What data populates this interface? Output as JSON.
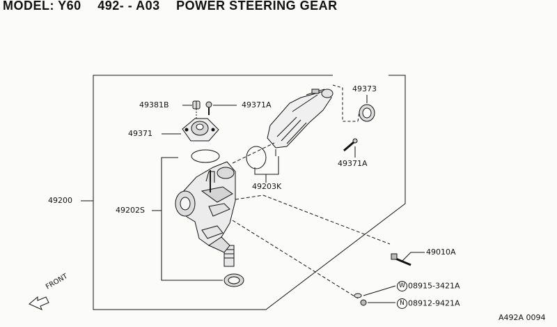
{
  "header": {
    "model": "MODEL: Y60",
    "code": "492- - A03",
    "name": "POWER STEERING GEAR"
  },
  "parts": {
    "p49381B": "49381B",
    "p49371A_top": "49371A",
    "p49371": "49371",
    "p49373": "49373",
    "p49371A_right": "49371A",
    "p49203K": "49203K",
    "p49200": "49200",
    "p49202S": "49202S",
    "p49010A": "49010A",
    "w_mark": "W",
    "w_part": "08915-3421A",
    "n_mark": "N",
    "n_part": "08912-9421A"
  },
  "front_label": "FRONT",
  "figure_id": "A492A 0094"
}
